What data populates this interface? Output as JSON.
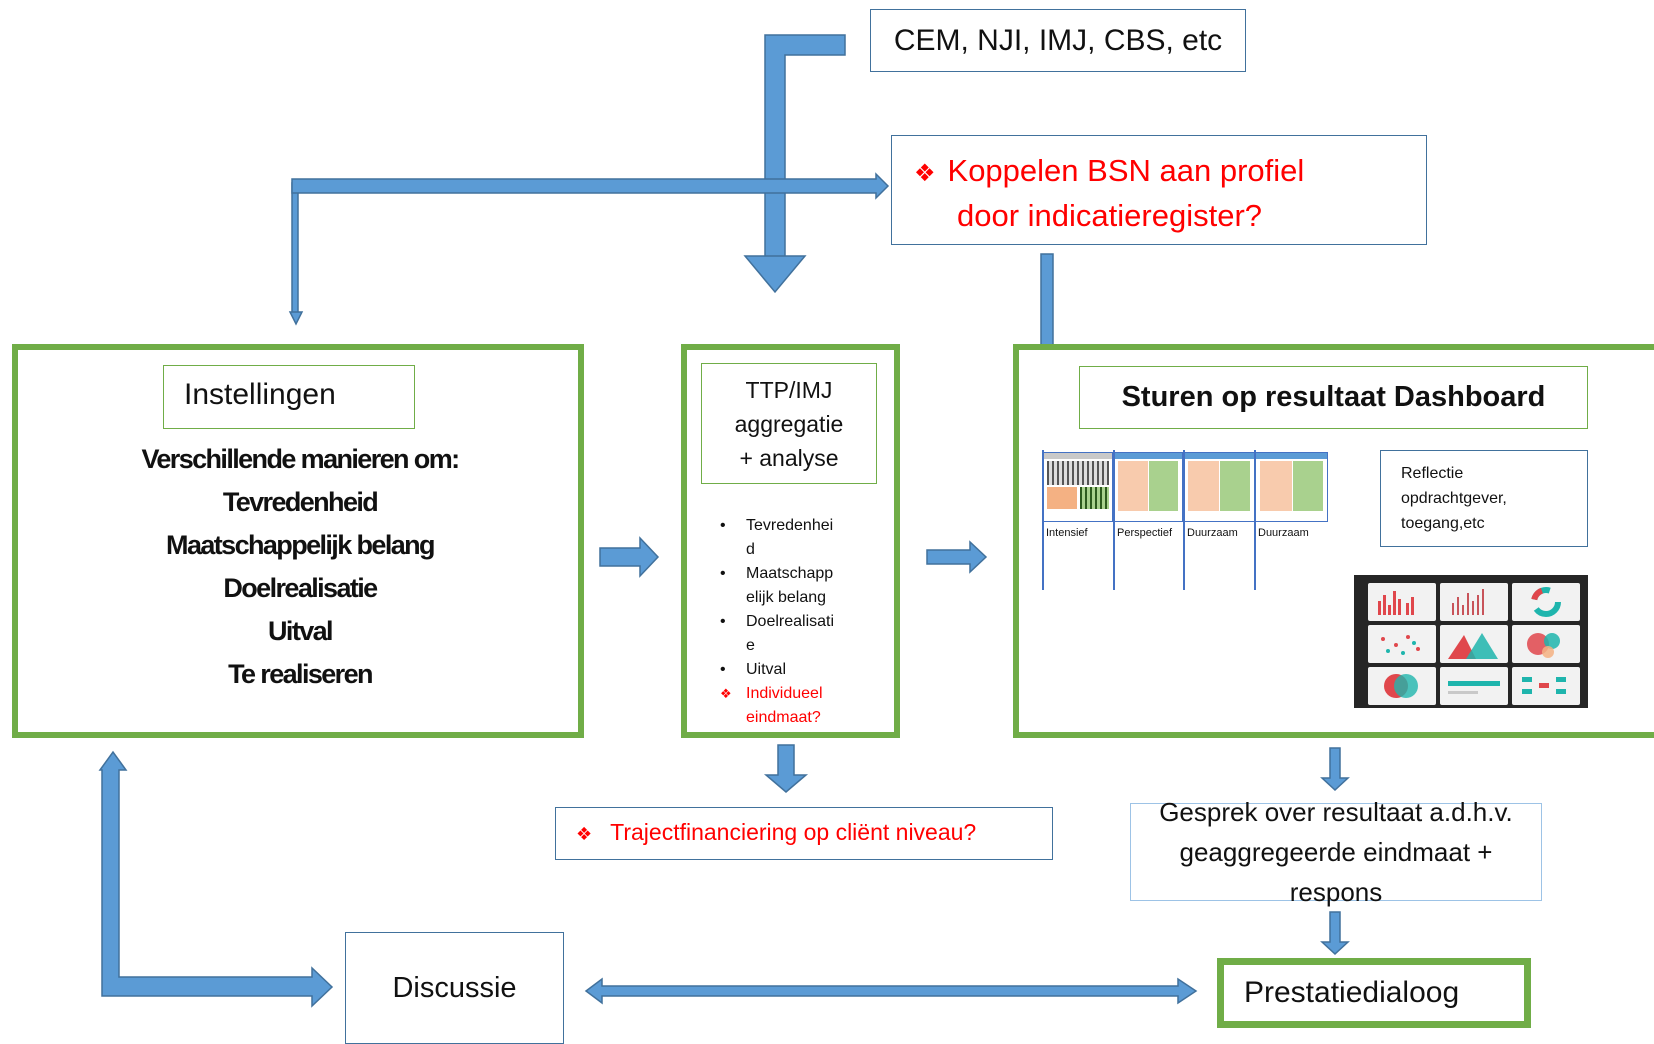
{
  "sources": {
    "label": "CEM, NJI, IMJ, CBS, etc"
  },
  "koppelen": {
    "marker": "❖",
    "line1": "Koppelen BSN aan profiel",
    "line2": "door indicatieregister?"
  },
  "instellingen": {
    "title": "Instellingen",
    "lines": [
      "Verschillende manieren om:",
      "Tevredenheid",
      "Maatschappelijk belang",
      "Doelrealisatie",
      "Uitval",
      "Te realiseren"
    ]
  },
  "ttp": {
    "title_lines": [
      "TTP/IMJ",
      "aggregatie",
      "+ analyse"
    ],
    "bullets": [
      {
        "marker": "•",
        "lines": [
          "Tevredenhei",
          "d"
        ]
      },
      {
        "marker": "•",
        "lines": [
          "Maatschapp",
          "elijk belang"
        ]
      },
      {
        "marker": "•",
        "lines": [
          "Doelrealisati",
          "e"
        ]
      },
      {
        "marker": "•",
        "lines": [
          "Uitval"
        ]
      }
    ],
    "red_bullet": {
      "marker": "❖",
      "lines": [
        "Individueel",
        "eindmaat?"
      ]
    }
  },
  "dashboard": {
    "title": "Sturen op resultaat Dashboard",
    "thumb_labels": [
      "Intensief",
      "Perspectief",
      "Duurzaam",
      "Duurzaam"
    ],
    "reflectie_lines": [
      "Reflectie",
      "opdrachtgever,",
      "toegang,etc"
    ]
  },
  "traject": {
    "marker": "❖",
    "label": "Trajectfinanciering op cliënt niveau?"
  },
  "gesprek": {
    "line1": "Gesprek over resultaat a.d.h.v.",
    "line2": "geaggregeerde eindmaat + respons"
  },
  "discussie": {
    "label": "Discussie"
  },
  "prestatie": {
    "label": "Prestatiedialoog"
  },
  "colors": {
    "arrow_fill": "#5b9bd5",
    "arrow_stroke": "#41719c",
    "green_border": "#70ad47",
    "red_text": "#ff0000"
  }
}
